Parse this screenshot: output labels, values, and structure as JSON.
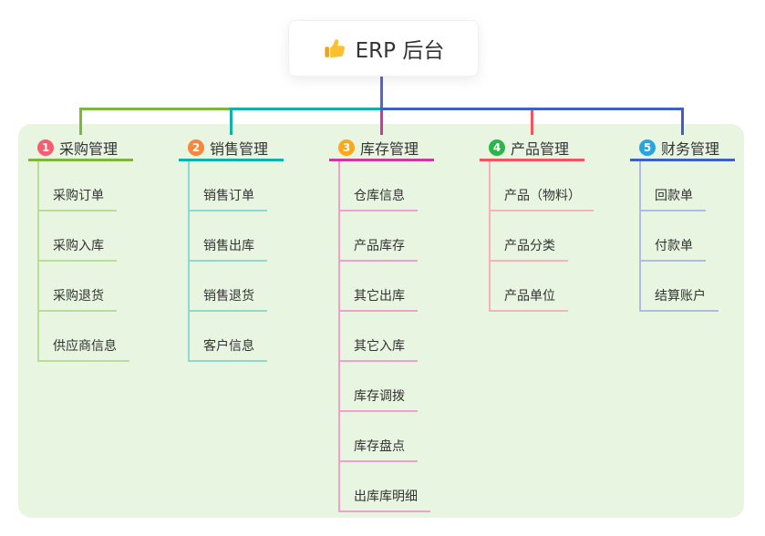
{
  "root": {
    "label": "ERP 后台",
    "icon": "thumbs-up-icon"
  },
  "colors": {
    "panel_bg": "#e8f5e1",
    "root_line": "#5567cf",
    "text": "#333333"
  },
  "branches": [
    {
      "num": "1",
      "label": "采购管理",
      "badge_color": "#f75c71",
      "line_color": "#7ab73c",
      "child_line_color": "#b9dc9b",
      "children": [
        "采购订单",
        "采购入库",
        "采购退货",
        "供应商信息"
      ]
    },
    {
      "num": "2",
      "label": "销售管理",
      "badge_color": "#f8873b",
      "line_color": "#10b1a8",
      "child_line_color": "#90d8d2",
      "children": [
        "销售订单",
        "销售出库",
        "销售退货",
        "客户信息"
      ]
    },
    {
      "num": "3",
      "label": "库存管理",
      "badge_color": "#fba81b",
      "line_color": "#cb3a9b",
      "child_line_color": "#f09fce",
      "children": [
        "仓库信息",
        "产品库存",
        "其它出库",
        "其它入库",
        "库存调拨",
        "库存盘点",
        "出库库明细"
      ]
    },
    {
      "num": "4",
      "label": "产品管理",
      "badge_color": "#2db44b",
      "line_color": "#f25462",
      "child_line_color": "#f8b2b7",
      "children": [
        "产品（物料）",
        "产品分类",
        "产品单位"
      ]
    },
    {
      "num": "5",
      "label": "财务管理",
      "badge_color": "#27a5e0",
      "line_color": "#3e60c4",
      "child_line_color": "#adbce4",
      "children": [
        "回款单",
        "付款单",
        "结算账户"
      ]
    }
  ]
}
